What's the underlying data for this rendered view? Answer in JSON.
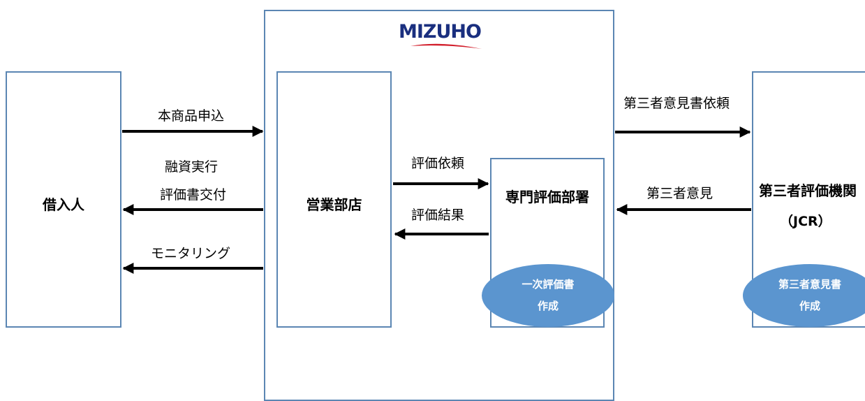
{
  "organizations": {
    "brand": "MIZUHO",
    "borrower": "借入人",
    "sales_branch": "営業部店",
    "evaluation_dept": "専門評価部署",
    "third_party": {
      "name": "第三者評価機関",
      "abbr": "（JCR）"
    }
  },
  "flows": {
    "application": "本商品申込",
    "loan_execution": "融資実行",
    "evaluation_delivery": "評価書交付",
    "monitoring": "モニタリング",
    "evaluation_request": "評価依頼",
    "evaluation_result": "評価結果",
    "opinion_request": "第三者意見書依頼",
    "opinion": "第三者意見"
  },
  "tasks": {
    "primary_eval_line1": "一次評価書",
    "primary_eval_line2": "作成",
    "third_party_opinion_line1": "第三者意見書",
    "third_party_opinion_line2": "作成"
  },
  "colors": {
    "box_border": "#5b86b3",
    "ellipse_fill": "#5b95cf",
    "brand_navy": "#1a2f7f",
    "brand_red": "#d21f2c"
  }
}
